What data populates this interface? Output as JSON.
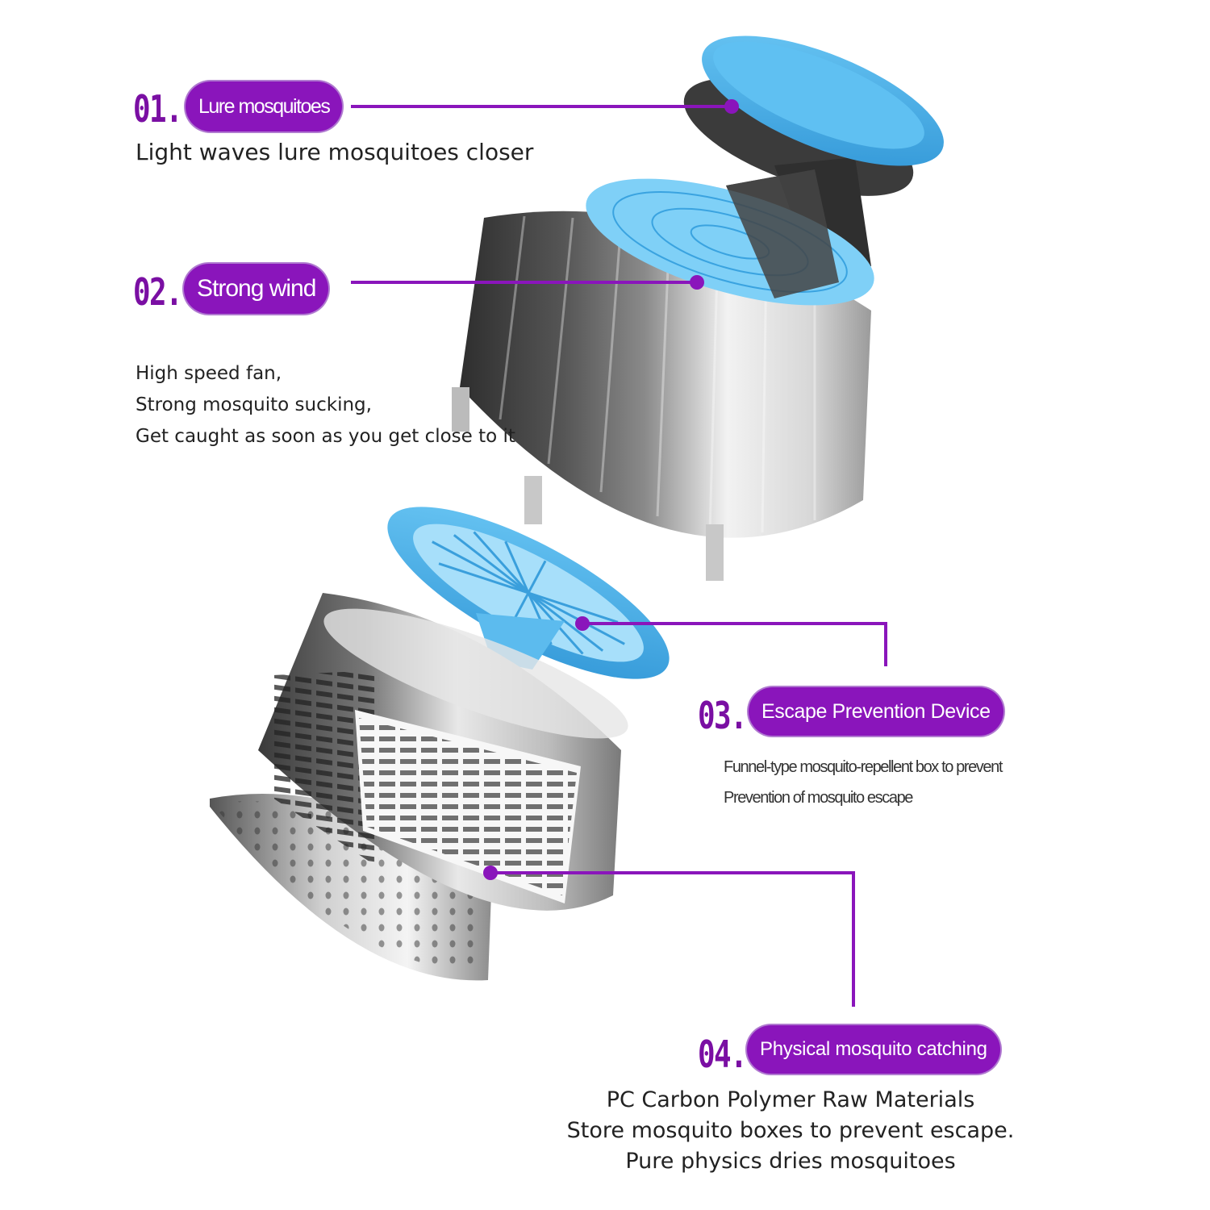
{
  "callouts": [
    {
      "number": "01.",
      "title": "Lure mosquitoes",
      "lines": [
        "Light waves lure mosquitoes closer"
      ]
    },
    {
      "number": "02.",
      "title": "Strong wind",
      "lines": [
        "High speed fan,",
        "Strong mosquito sucking,",
        "Get caught as soon as you get close to it"
      ]
    },
    {
      "number": "03.",
      "title": "Escape Prevention Device",
      "lines": [
        "Funnel-type mosquito-repellent box to prevent",
        "Prevention of mosquito escape"
      ]
    },
    {
      "number": "04.",
      "title": "Physical mosquito catching",
      "lines": [
        "PC Carbon Polymer Raw Materials",
        "Store mosquito boxes to prevent escape.",
        "Pure physics dries mosquitoes"
      ]
    }
  ],
  "colors": {
    "accent": "#8a15bb",
    "number": "#7a0fa3",
    "part_blue": "#4fb6ec",
    "part_dark": "#3a3a3a"
  }
}
